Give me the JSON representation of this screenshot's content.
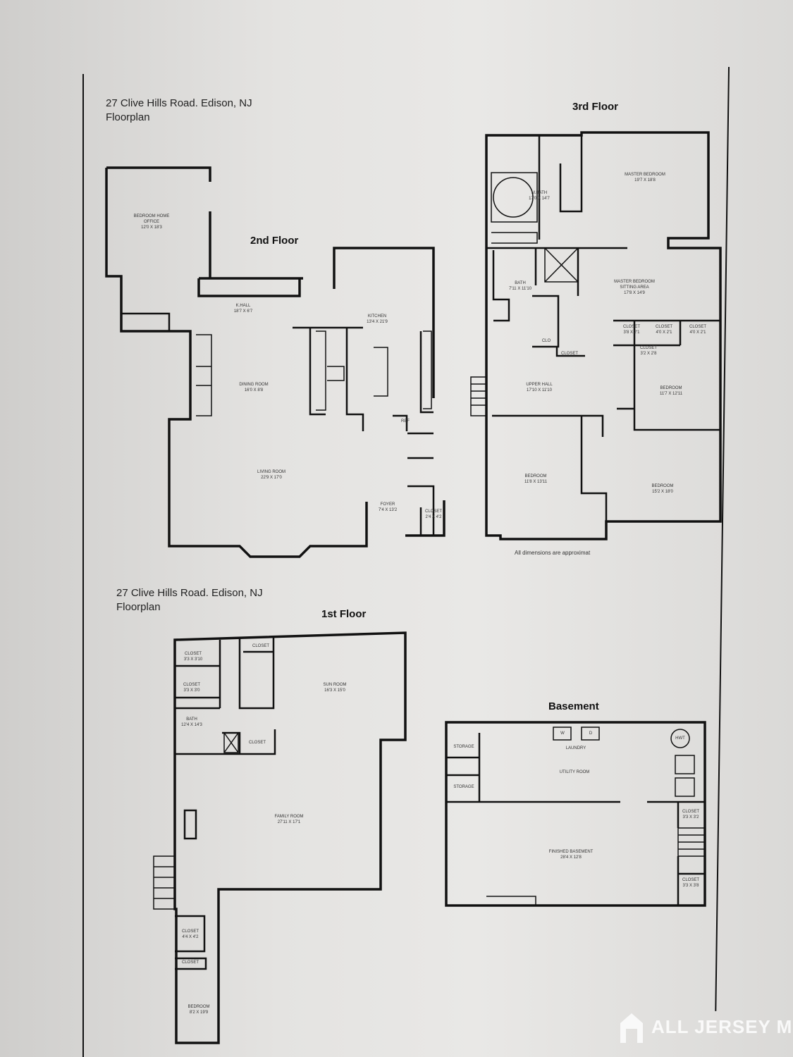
{
  "header_top": {
    "line1": "27 Clive Hills Road. Edison, NJ",
    "line2": "Floorplan"
  },
  "header_bottom": {
    "line1": "27 Clive Hills Road. Edison, NJ",
    "line2": "Floorplan"
  },
  "floors": {
    "second": "2nd Floor",
    "third": "3rd Floor",
    "first": "1st Floor",
    "basement": "Basement"
  },
  "note": "All dimensions are approximat",
  "watermark": "ALL JERSEY MLS",
  "second_floor_rooms": [
    {
      "name": "BEDROOM HOME OFFICE",
      "dims": "12'0 x 18'3"
    },
    {
      "name": "K.HALL",
      "dims": "18'7 x 6'7"
    },
    {
      "name": "KITCHEN",
      "dims": "13'4 x 21'9"
    },
    {
      "name": "DINING ROOM",
      "dims": "16'0 x 8'8"
    },
    {
      "name": "LIVING ROOM",
      "dims": "22'9 x 17'0"
    },
    {
      "name": "FOYER",
      "dims": "7'4 x 13'2"
    },
    {
      "name": "REF",
      "dims": ""
    },
    {
      "name": "CLOSET",
      "dims": "2'4 x 4'2"
    }
  ],
  "third_floor_rooms": [
    {
      "name": "M.BATH",
      "dims": "17'0 x 14'7"
    },
    {
      "name": "MASTER BEDROOM",
      "dims": "19'7 x 18'8"
    },
    {
      "name": "BATH",
      "dims": "7'11 x 11'10"
    },
    {
      "name": "MASTER BEDROOM SITTING AREA",
      "dims": "17'8 x 14'9"
    },
    {
      "name": "CLOSET",
      "dims": "3'8 x 2'1"
    },
    {
      "name": "CLOSET",
      "dims": "4'0 x 2'1"
    },
    {
      "name": "CLOSET",
      "dims": "4'0 x 2'1"
    },
    {
      "name": "CLOSET",
      "dims": "3'2 x 2'8"
    },
    {
      "name": "CLO",
      "dims": ""
    },
    {
      "name": "CLOSET",
      "dims": ""
    },
    {
      "name": "UPPER HALL",
      "dims": "17'10 x 11'10"
    },
    {
      "name": "BEDROOM",
      "dims": "11'7 x 12'11"
    },
    {
      "name": "BEDROOM",
      "dims": "11'8 x 13'11"
    },
    {
      "name": "BEDROOM",
      "dims": "15'2 x 18'0"
    }
  ],
  "first_floor_rooms": [
    {
      "name": "CLOSET",
      "dims": "3'3 x 3'10"
    },
    {
      "name": "CLOSET",
      "dims": ""
    },
    {
      "name": "CLOSET",
      "dims": "3'3 x 3'0"
    },
    {
      "name": "SUN ROOM",
      "dims": "16'3 x 15'0"
    },
    {
      "name": "BATH",
      "dims": "12'4 x 14'3"
    },
    {
      "name": "CLOSET",
      "dims": ""
    },
    {
      "name": "FAMILY ROOM",
      "dims": "27'11 x 17'1"
    },
    {
      "name": "CLOSET",
      "dims": "4'4 x 4'2"
    },
    {
      "name": "CLOSET",
      "dims": ""
    },
    {
      "name": "BEDROOM",
      "dims": "8'2 x 19'9"
    }
  ],
  "basement_rooms": [
    {
      "name": "STORAGE",
      "dims": ""
    },
    {
      "name": "STORAGE",
      "dims": ""
    },
    {
      "name": "LAUNDRY",
      "dims": ""
    },
    {
      "name": "UTILITY ROOM",
      "dims": ""
    },
    {
      "name": "HWT",
      "dims": ""
    },
    {
      "name": "W",
      "dims": ""
    },
    {
      "name": "D",
      "dims": ""
    },
    {
      "name": "FINISHED BASEMENT",
      "dims": "28'4 x 12'8"
    },
    {
      "name": "CLOSET",
      "dims": "3'3 x 3'2"
    },
    {
      "name": "CLOSET",
      "dims": "3'3 x 3'8"
    }
  ]
}
